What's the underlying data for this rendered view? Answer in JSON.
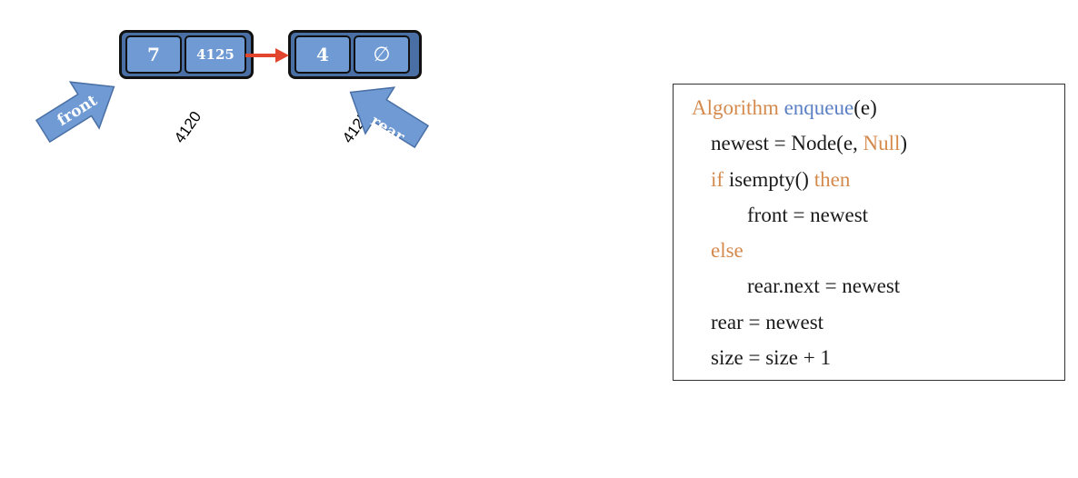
{
  "diagram": {
    "nodes": [
      {
        "data": "7",
        "next": "4125",
        "address": "4120"
      },
      {
        "data": "4",
        "next": "∅",
        "address": "4125"
      }
    ],
    "pointers": {
      "front": "front",
      "rear": "rear"
    },
    "colors": {
      "node_fill": "#4a6fa5",
      "cell_fill": "#6f9ad3",
      "pointer_fill": "#6f9ad3",
      "link_arrow": "#e2452b"
    }
  },
  "algorithm": {
    "header": {
      "keyword": "Algorithm",
      "name": "enqueue",
      "params": "(e)"
    },
    "line1": {
      "text": "newest = Node(e, ",
      "null_kw": "Null",
      "close": ")"
    },
    "line2": {
      "kw_if": "if",
      "cond": " isempty() ",
      "kw_then": "then"
    },
    "line3": "front = newest",
    "line4": "else",
    "line5": "rear.next = newest",
    "line6": "rear = newest",
    "line7": "size = size + 1",
    "colors": {
      "keyword": "#d58a4d",
      "name": "#5b7fc4"
    }
  }
}
